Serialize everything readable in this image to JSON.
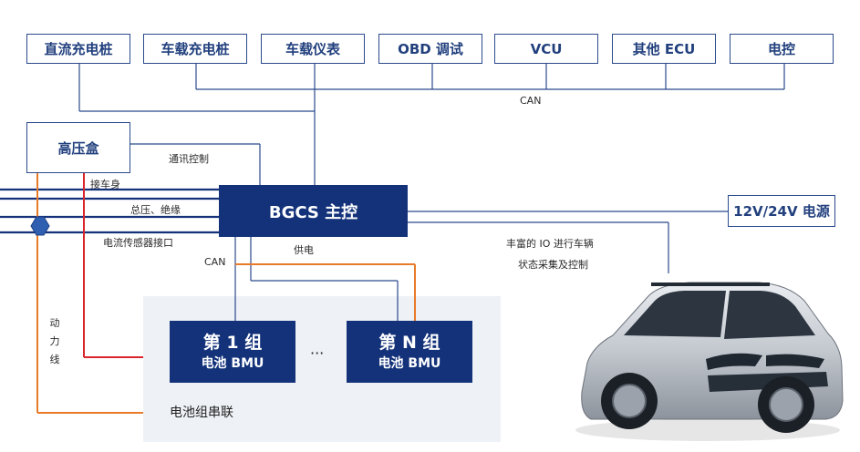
{
  "top_boxes": [
    "直流充电桩",
    "车载充电桩",
    "车载仪表",
    "OBD 调试",
    "VCU",
    "其他 ECU",
    "电控"
  ],
  "hv_box": "高压盒",
  "main_controller": "BGCS 主控",
  "power_box": "12V/24V 电源",
  "labels": {
    "can_top": "CAN",
    "comm_control": "通讯控制",
    "body_ground": "接车身",
    "voltage_insulation": "总压、绝缘",
    "current_sensor": "电流传感器接口",
    "supply": "供电",
    "can_left": "CAN",
    "power_line": "动力线",
    "rich_io_line1": "丰富的 IO 进行车辆",
    "rich_io_line2": "状态采集及控制"
  },
  "bmu_group1": {
    "title": "第 1 组",
    "subtitle": "电池 BMU"
  },
  "bmu_groupN": {
    "title": "第 N 组",
    "subtitle": "电池 BMU"
  },
  "ellipsis": "···",
  "pack_label": "电池组串联",
  "colors": {
    "navy": "#13327a",
    "line_blue": "#2b4a8c",
    "orange": "#e87b2a",
    "red": "#d9262b",
    "hex_fill": "#2f5fb0"
  }
}
